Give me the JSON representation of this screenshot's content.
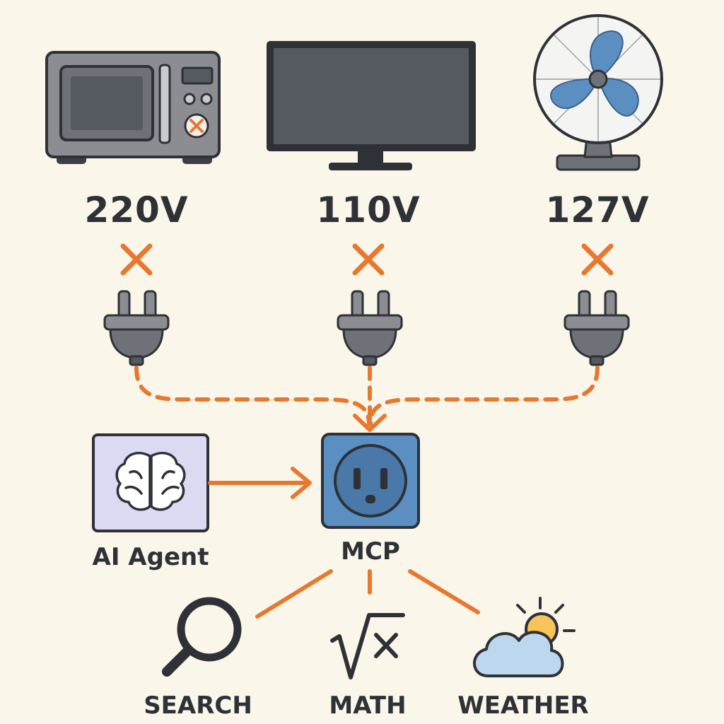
{
  "devices": [
    {
      "name": "microwave",
      "icon": "microwave-icon",
      "voltage": "220V"
    },
    {
      "name": "television",
      "icon": "tv-icon",
      "voltage": "110V"
    },
    {
      "name": "fan",
      "icon": "fan-icon",
      "voltage": "127V"
    }
  ],
  "agent": {
    "label": "AI Agent",
    "icon": "brain-icon"
  },
  "hub": {
    "label": "MCP",
    "icon": "outlet-icon"
  },
  "tools": [
    {
      "label": "SEARCH",
      "icon": "magnifier-icon"
    },
    {
      "label": "MATH",
      "icon": "square-root-icon"
    },
    {
      "label": "WEATHER",
      "icon": "cloud-sun-icon"
    }
  ],
  "colors": {
    "background": "#fbf6ea",
    "accent": "#e8782f",
    "outline": "#2e3136",
    "device_gray": "#8b8d92",
    "screen": "#555960",
    "fan_blue": "#5b8fc2",
    "agent_box": "#dcdaf2",
    "outlet_blue": "#5b8fc2",
    "cloud": "#bcd7ee",
    "sun": "#f7c35b"
  }
}
